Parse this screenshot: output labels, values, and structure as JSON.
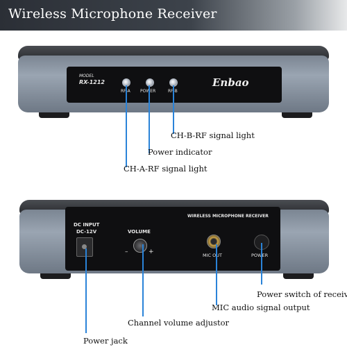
{
  "header": {
    "title": "Wireless Microphone Receiver"
  },
  "front": {
    "model_label": "MODEL",
    "model_number": "RX-1212",
    "led_labels": [
      "RF-A",
      "POWER",
      "RF-B"
    ],
    "brand": "Enbao"
  },
  "back": {
    "dc_label_line1": "DC INPUT",
    "dc_label_line2": "DC-12V",
    "volume_label": "VOLUME",
    "vol_minus": "–",
    "vol_plus": "+",
    "panel_title": "WIRELESS  MICROPHONE  RECEIVER",
    "mic_label": "MIC OUT",
    "power_label": "POWER"
  },
  "annotations": {
    "ch_b_rf": "CH-B-RF signal light",
    "power_indicator": "Power indicator",
    "ch_a_rf": "CH-A-RF signal light",
    "power_switch": "Power switch of receiver",
    "mic_output": "MIC audio signal output",
    "volume_adjustor": "Channel volume adjustor",
    "power_jack": "Power jack"
  },
  "colors": {
    "callout": "#2a83d8",
    "header_dark": "#2b2f36"
  }
}
